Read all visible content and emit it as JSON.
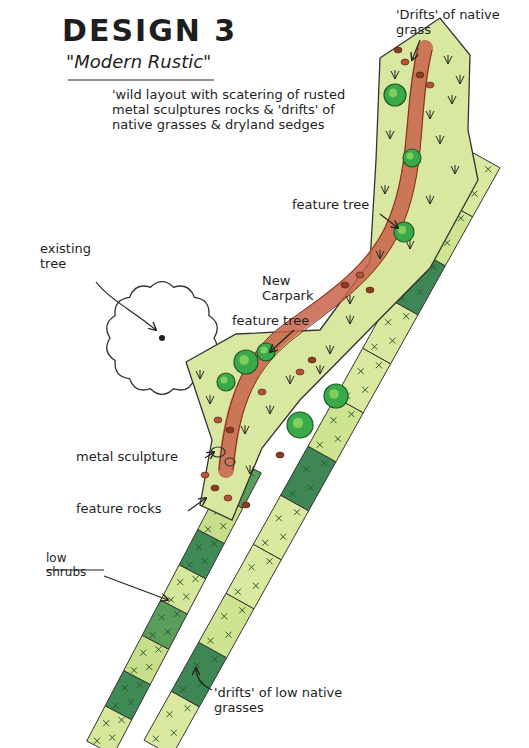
{
  "diagram": {
    "title": "DESIGN 3",
    "labels": [
      "\"Modern Rustic\"",
      "'wild layout with scatering of rusted metal sculptures rocks & 'drifts' of native grasses & dryland sedges",
      "'Drifts' of native grass",
      "feature tree",
      "existing tree",
      "New Carpark",
      "feature tree",
      "metal sculpture",
      "feature rocks",
      "low shrubs",
      "'drifts' of low native grasses"
    ]
  }
}
